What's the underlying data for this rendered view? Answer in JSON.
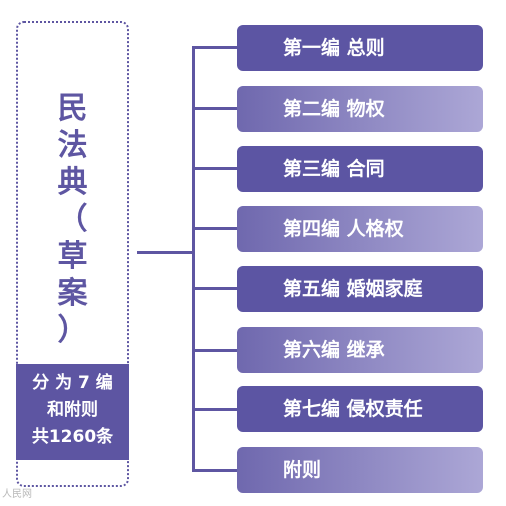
{
  "title_chars": [
    "民",
    "法",
    "典",
    "（",
    "草",
    "案",
    "）"
  ],
  "summary_lines": [
    "分 为 7 编",
    "和附则",
    "共1260条"
  ],
  "nodes": [
    "第一编 总则",
    "第二编 物权",
    "第三编 合同",
    "第四编 人格权",
    "第五编 婚姻家庭",
    "第六编 继承",
    "第七编 侵权责任",
    "附则"
  ],
  "watermark": "人民网",
  "colors": {
    "primary": "#5e56a2",
    "light_end": "#aca7d6",
    "background": "#ffffff"
  }
}
